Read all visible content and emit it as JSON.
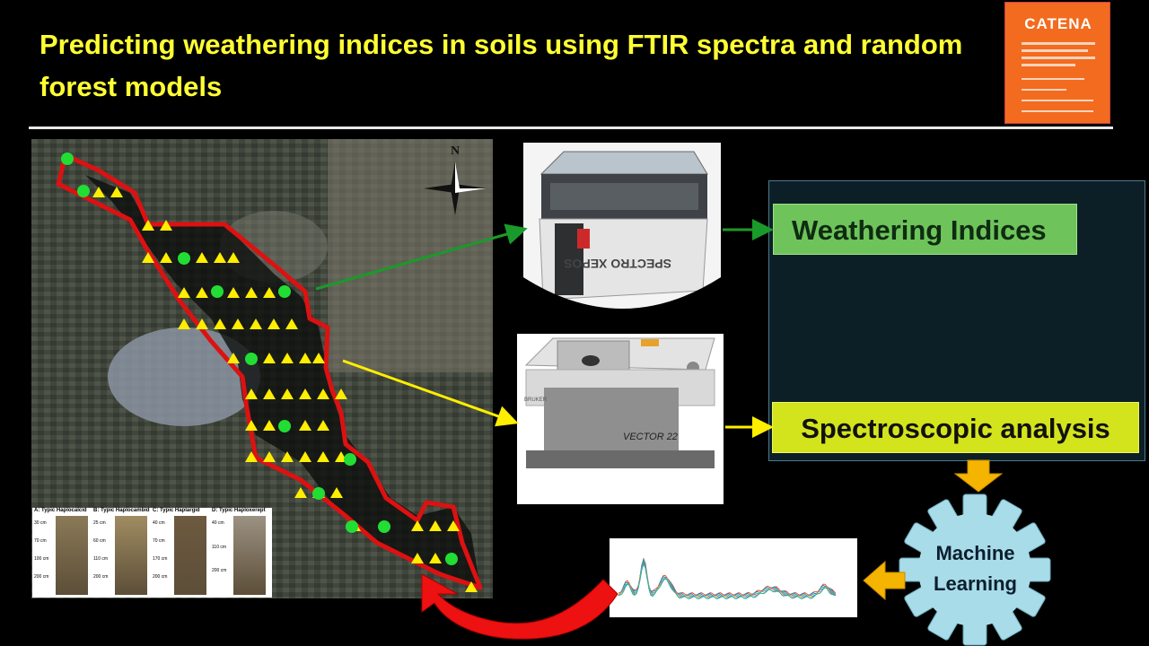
{
  "title": "Predicting weathering indices in soils using FTIR spectra and random forest models",
  "journal": {
    "name": "CATENA",
    "accent": "#f26b1f"
  },
  "map": {
    "north_label": "N",
    "boundary_color": "#dd1111",
    "marker_colors": {
      "triangle": "#ffee00",
      "circle": "#22dd33"
    }
  },
  "profiles": [
    {
      "header": "A: Typic Haplocalcid",
      "depths": [
        "30 cm",
        "70 cm",
        "100 cm",
        "200 cm"
      ]
    },
    {
      "header": "B: Typic Haplocambid",
      "depths": [
        "25 cm",
        "60 cm",
        "110 cm",
        "200 cm"
      ]
    },
    {
      "header": "C: Typic Haplargid",
      "depths": [
        "40 cm",
        "70 cm",
        "170 cm",
        "200 cm"
      ]
    },
    {
      "header": "D: Typic Haploxerept",
      "depths": [
        "40 cm",
        "110 cm",
        "200 cm"
      ]
    }
  ],
  "instruments": {
    "xrf_label": "SPECTRO XEPOS",
    "ftir_label": "VECTOR 22",
    "ftir_brand": "BRUKER"
  },
  "boxes": {
    "weathering": "Weathering Indices",
    "spectroscopic": "Spectroscopic analysis",
    "ml": [
      "Machine",
      "Learning"
    ]
  },
  "colors": {
    "weathering_box": "#6ec45a",
    "spectroscopic_box": "#d4e41c",
    "gear": "#a8dce8",
    "orange_arrow": "#f5b400",
    "red_arrow": "#ee1111",
    "green_arrow": "#1a9a2a",
    "yellow_arrow": "#ffee00"
  }
}
